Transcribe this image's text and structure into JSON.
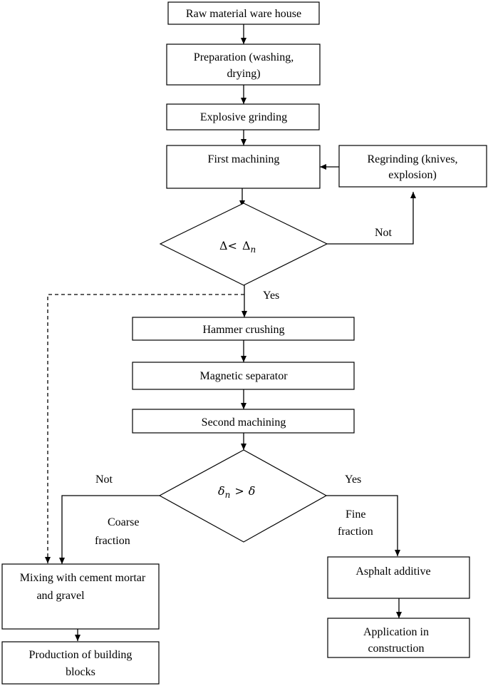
{
  "flowchart": {
    "raw_material": "Raw material ware house",
    "preparation": [
      "Preparation (washing,",
      "drying)"
    ],
    "explosive_grinding": "Explosive grinding",
    "first_machining": "First machining",
    "regrinding": [
      "Regrinding (knives,",
      "explosion)"
    ],
    "decision1": {
      "lhs": "Δ<",
      "rhs_base": "Δ",
      "rhs_sub": "n"
    },
    "decision1_no": "Not",
    "decision1_yes": "Yes",
    "hammer_crushing": "Hammer crushing",
    "magnetic_separator": "Magnetic separator",
    "second_machining": "Second machining",
    "decision2": {
      "lhs_base": "δ",
      "lhs_sub": "n",
      "op": ">",
      "rhs": "δ"
    },
    "decision2_no": "Not",
    "decision2_yes": "Yes",
    "coarse_fraction": [
      "Coarse",
      "fraction"
    ],
    "fine_fraction": [
      "Fine",
      "fraction"
    ],
    "mixing": [
      "Mixing with cement mortar",
      "and gravel"
    ],
    "production": [
      "Production of building",
      "blocks"
    ],
    "asphalt": "Asphalt additive",
    "application": [
      "Application in",
      "construction"
    ]
  }
}
